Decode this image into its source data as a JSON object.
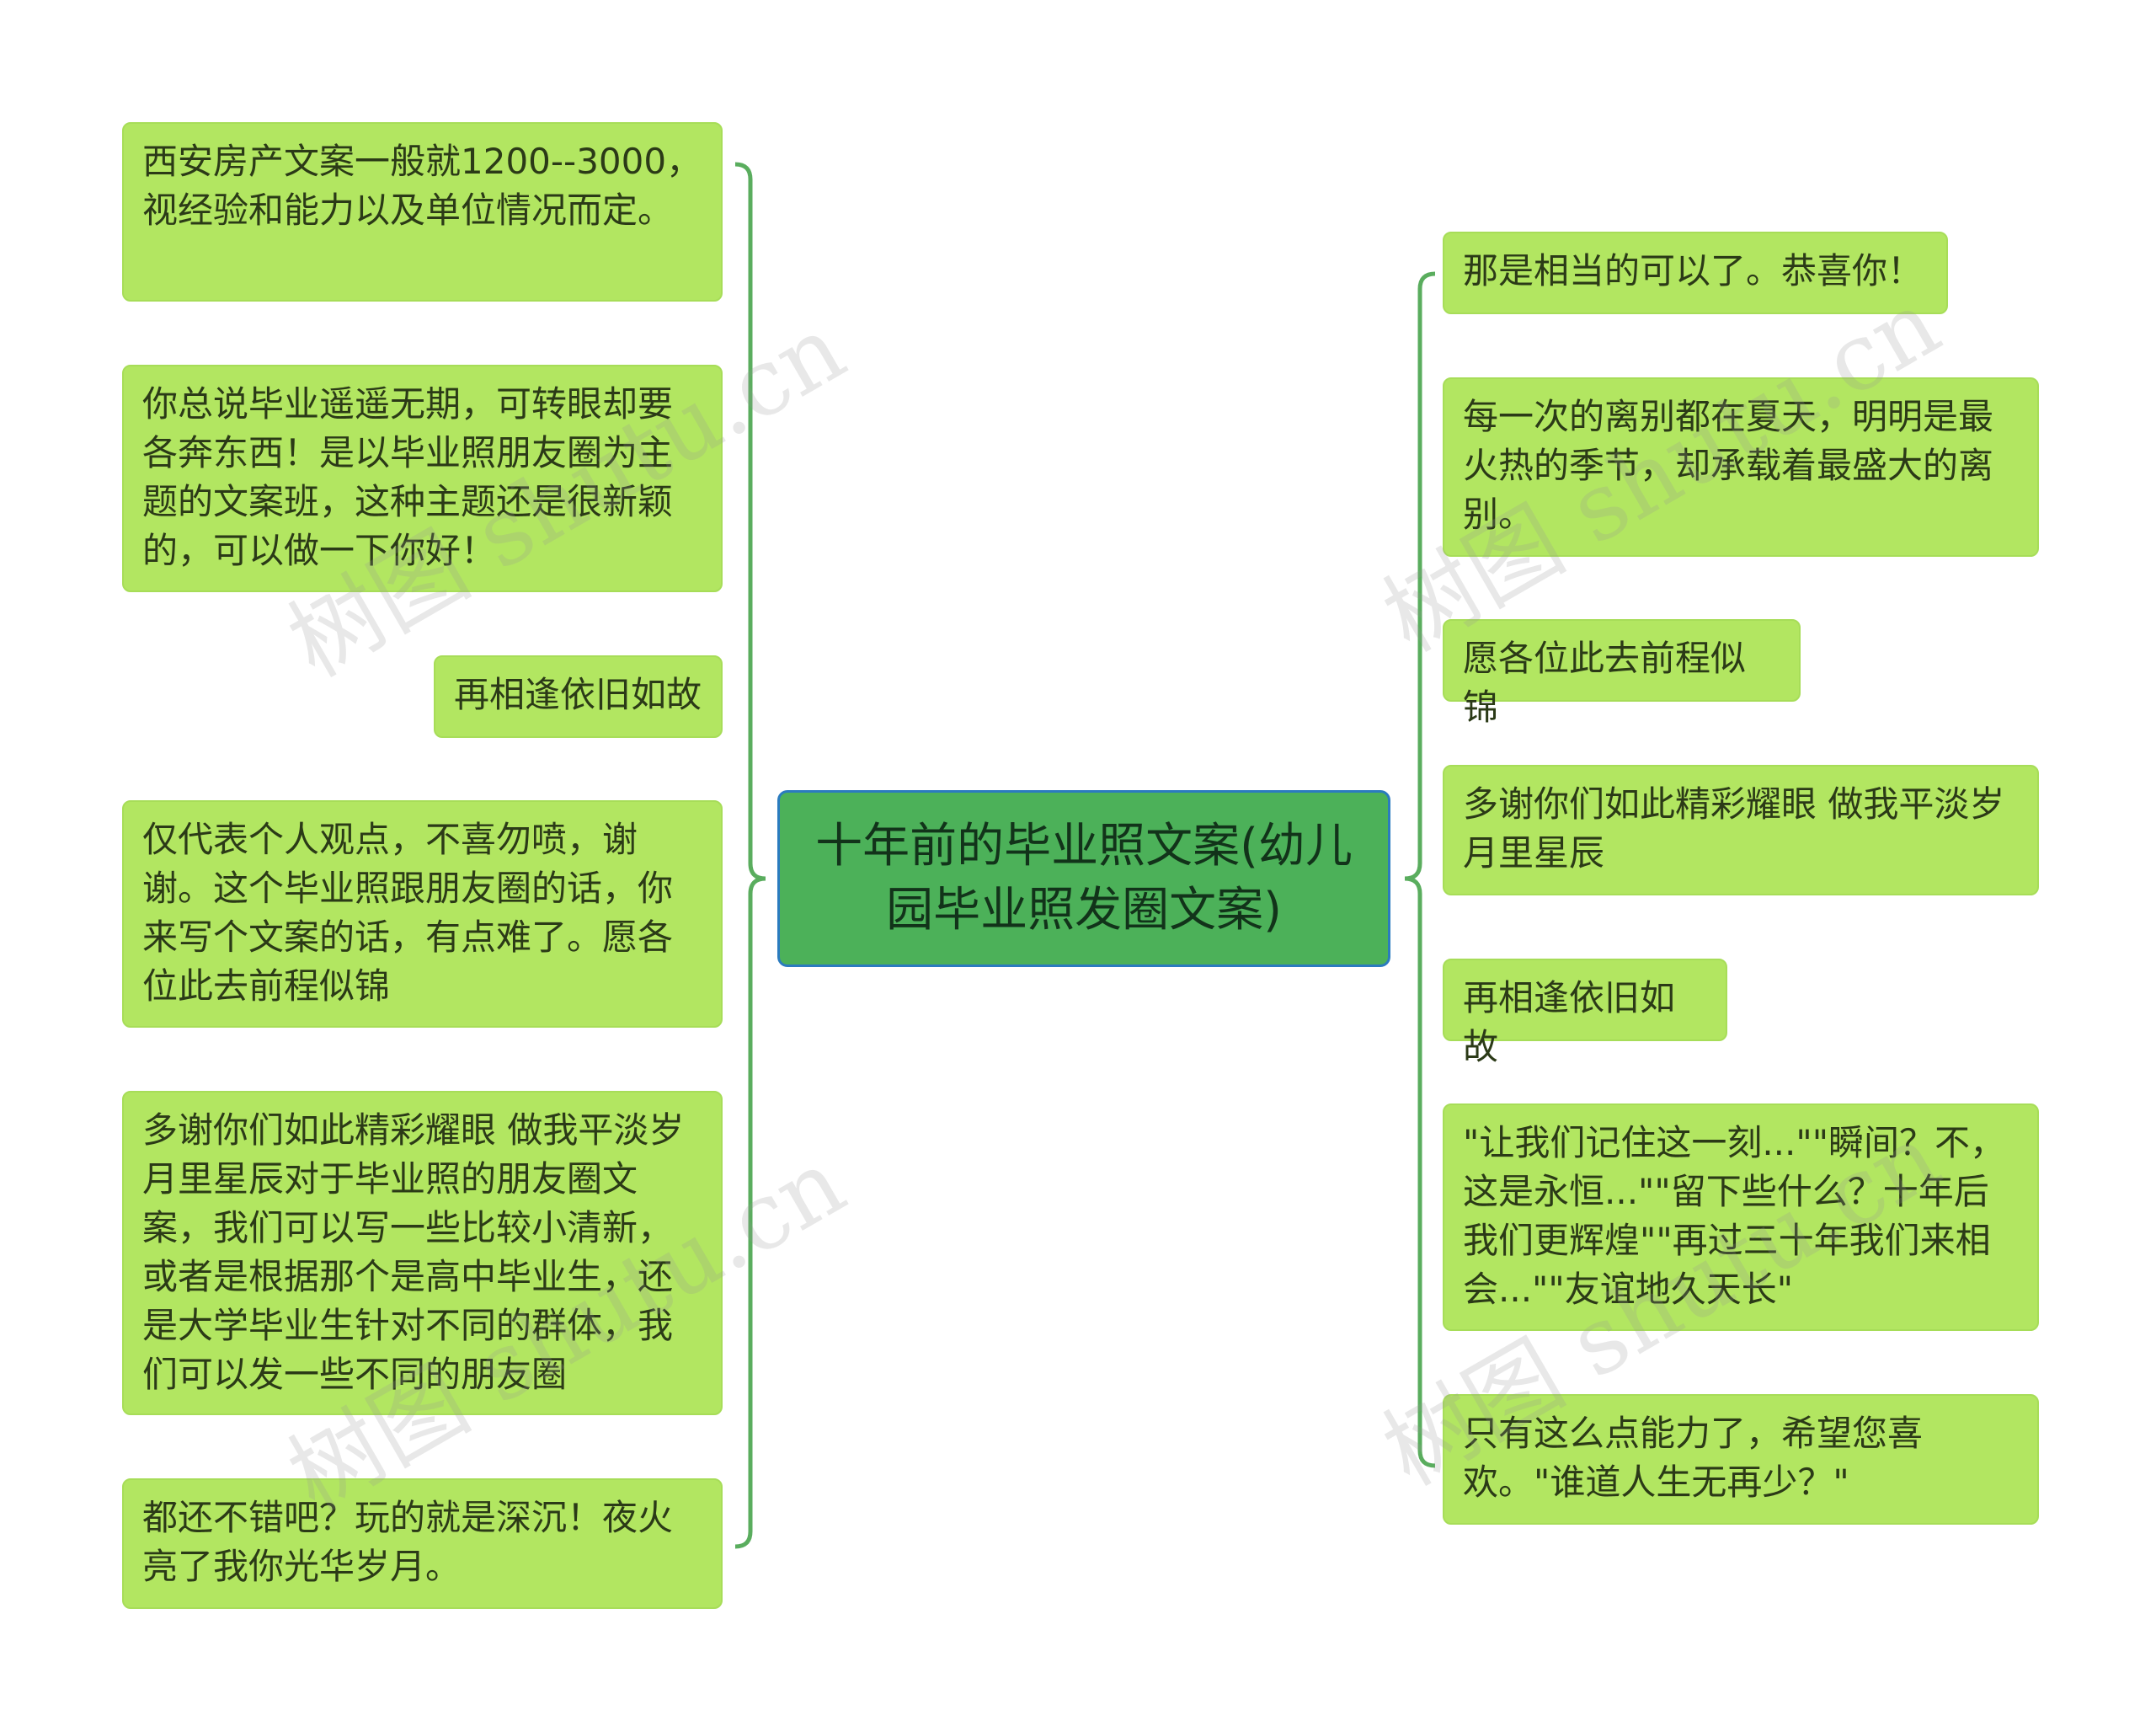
{
  "center": {
    "label": "十年前的毕业照文案(幼儿园毕业照发圈文案)"
  },
  "left": [
    {
      "text": "西安房产文案一般就1200--3000，视经验和能力以及单位情况而定。"
    },
    {
      "text": "你总说毕业遥遥无期，可转眼却要各奔东西！是以毕业照朋友圈为主题的文案班，这种主题还是很新颖的，可以做一下你好！"
    },
    {
      "text": "再相逢依旧如故"
    },
    {
      "text": "仅代表个人观点，不喜勿喷，谢谢。这个毕业照跟朋友圈的话，你来写个文案的话，有点难了。愿各位此去前程似锦"
    },
    {
      "text": "多谢你们如此精彩耀眼 做我平淡岁月里星辰对于毕业照的朋友圈文案，我们可以写一些比较小清新，或者是根据那个是高中毕业生，还是大学毕业生针对不同的群体，我们可以发一些不同的朋友圈"
    },
    {
      "text": "都还不错吧？玩的就是深沉！夜火亮了我你光华岁月。"
    }
  ],
  "right": [
    {
      "text": "那是相当的可以了。恭喜你！"
    },
    {
      "text": "每一次的离别都在夏天，明明是最火热的季节，却承载着最盛大的离别。"
    },
    {
      "text": "愿各位此去前程似锦"
    },
    {
      "text": "多谢你们如此精彩耀眼 做我平淡岁月里星辰"
    },
    {
      "text": "再相逢依旧如故"
    },
    {
      "text": "\"让我们记住这一刻...\"\"瞬间？不，这是永恒...\"\"留下些什么？十年后我们更辉煌\"\"再过三十年我们来相会...\"\"友谊地久天长\""
    },
    {
      "text": "只有这么点能力了，希望您喜欢。\"谁道人生无再少？\""
    }
  ],
  "watermarks": [
    "树图 shutu.cn",
    "树图 shutu.cn",
    "树图 shutu.cn",
    "树图 shutu.cn"
  ],
  "colors": {
    "node_fill": "#b2e661",
    "center_fill": "#4cb159",
    "center_border": "#2b7bbf",
    "connector": "#5aad5e"
  }
}
